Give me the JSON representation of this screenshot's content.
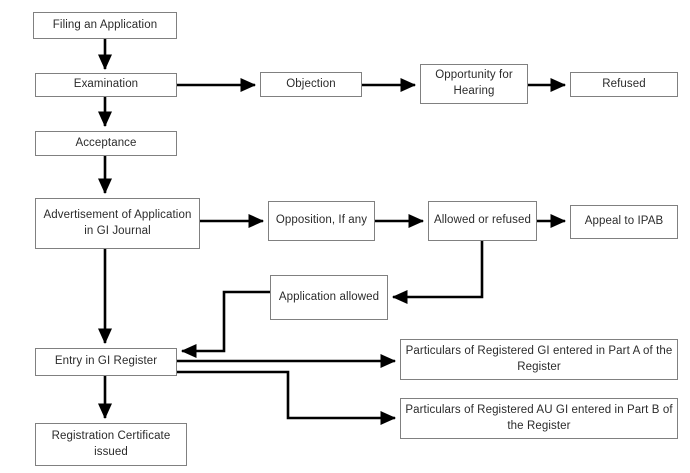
{
  "diagram": {
    "title": "Geographical Indication (GI) Registration Process Flowchart",
    "colors": {
      "box_border": "#808080",
      "box_fill": "#ffffff",
      "connector": "#000000",
      "text": "#2b2b2b"
    },
    "nodes": [
      {
        "id": "filing",
        "label": "Filing an Application"
      },
      {
        "id": "examination",
        "label": "Examination"
      },
      {
        "id": "objection",
        "label": "Objection"
      },
      {
        "id": "hearing",
        "label": "Opportunity for Hearing"
      },
      {
        "id": "refused",
        "label": "Refused"
      },
      {
        "id": "acceptance",
        "label": "Acceptance"
      },
      {
        "id": "advertisement",
        "label": "Advertisement of Application in GI Journal"
      },
      {
        "id": "opposition",
        "label": "Opposition, If any"
      },
      {
        "id": "allowed_or_refused",
        "label": "Allowed or refused"
      },
      {
        "id": "appeal",
        "label": "Appeal to IPAB"
      },
      {
        "id": "app_allowed",
        "label": "Application allowed"
      },
      {
        "id": "entry",
        "label": "Entry in GI Register"
      },
      {
        "id": "part_a",
        "label": "Particulars of Registered GI entered in Part A of the Register"
      },
      {
        "id": "part_b",
        "label": "Particulars of Registered AU GI entered in Part B of the Register"
      },
      {
        "id": "certificate",
        "label": "Registration Certificate issued"
      }
    ],
    "edges": [
      {
        "from": "filing",
        "to": "examination",
        "name": "filing-to-examination"
      },
      {
        "from": "examination",
        "to": "objection",
        "name": "examination-to-objection"
      },
      {
        "from": "objection",
        "to": "hearing",
        "name": "objection-to-hearing"
      },
      {
        "from": "hearing",
        "to": "refused",
        "name": "hearing-to-refused"
      },
      {
        "from": "examination",
        "to": "acceptance",
        "name": "examination-to-acceptance"
      },
      {
        "from": "acceptance",
        "to": "advertisement",
        "name": "acceptance-to-advertisement"
      },
      {
        "from": "advertisement",
        "to": "opposition",
        "name": "advertisement-to-opposition"
      },
      {
        "from": "opposition",
        "to": "allowed_or_refused",
        "name": "opposition-to-allowed-or-refused"
      },
      {
        "from": "allowed_or_refused",
        "to": "appeal",
        "name": "allowed-or-refused-to-appeal"
      },
      {
        "from": "allowed_or_refused",
        "to": "app_allowed",
        "name": "allowed-or-refused-to-application-allowed"
      },
      {
        "from": "advertisement",
        "to": "entry",
        "name": "advertisement-to-entry"
      },
      {
        "from": "app_allowed",
        "to": "entry",
        "name": "application-allowed-to-entry"
      },
      {
        "from": "entry",
        "to": "part_a",
        "name": "entry-to-part-a"
      },
      {
        "from": "entry",
        "to": "part_b",
        "name": "entry-to-part-b"
      },
      {
        "from": "entry",
        "to": "certificate",
        "name": "entry-to-certificate"
      }
    ]
  }
}
